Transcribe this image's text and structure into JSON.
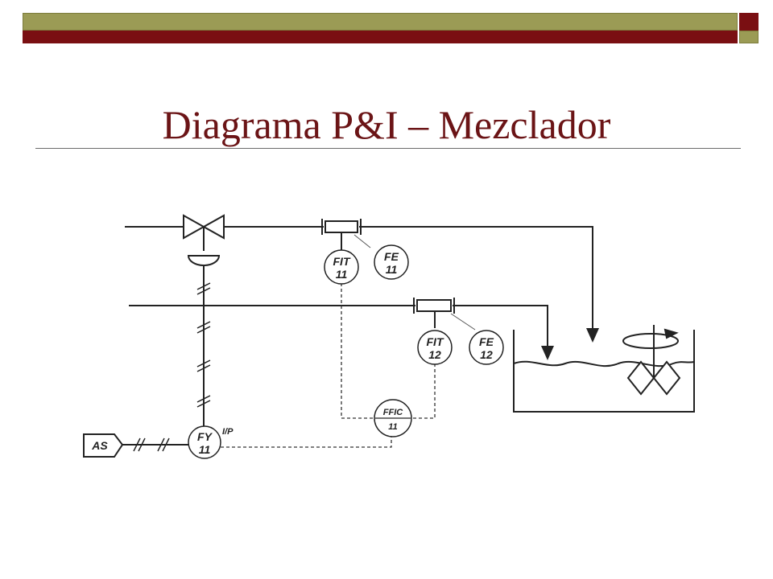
{
  "title": "Diagrama P&I – Mezclador",
  "instruments": {
    "fit11": {
      "line1": "FIT",
      "line2": "11"
    },
    "fe11": {
      "line1": "FE",
      "line2": "11"
    },
    "fit12": {
      "line1": "FIT",
      "line2": "12"
    },
    "fe12": {
      "line1": "FE",
      "line2": "12"
    },
    "ffic11": {
      "line1": "FFIC",
      "line2": "11"
    },
    "fy11": {
      "line1": "FY",
      "line2": "11",
      "note": "I/P"
    },
    "air_supply": "AS"
  },
  "colors": {
    "accent_olive": "#9b9b55",
    "accent_maroon": "#7a0f12",
    "title": "#6b1416",
    "line": "#222222"
  },
  "icons": [
    "control-valve-icon",
    "flow-element-icon",
    "mixer-tank-icon",
    "agitator-icon"
  ]
}
